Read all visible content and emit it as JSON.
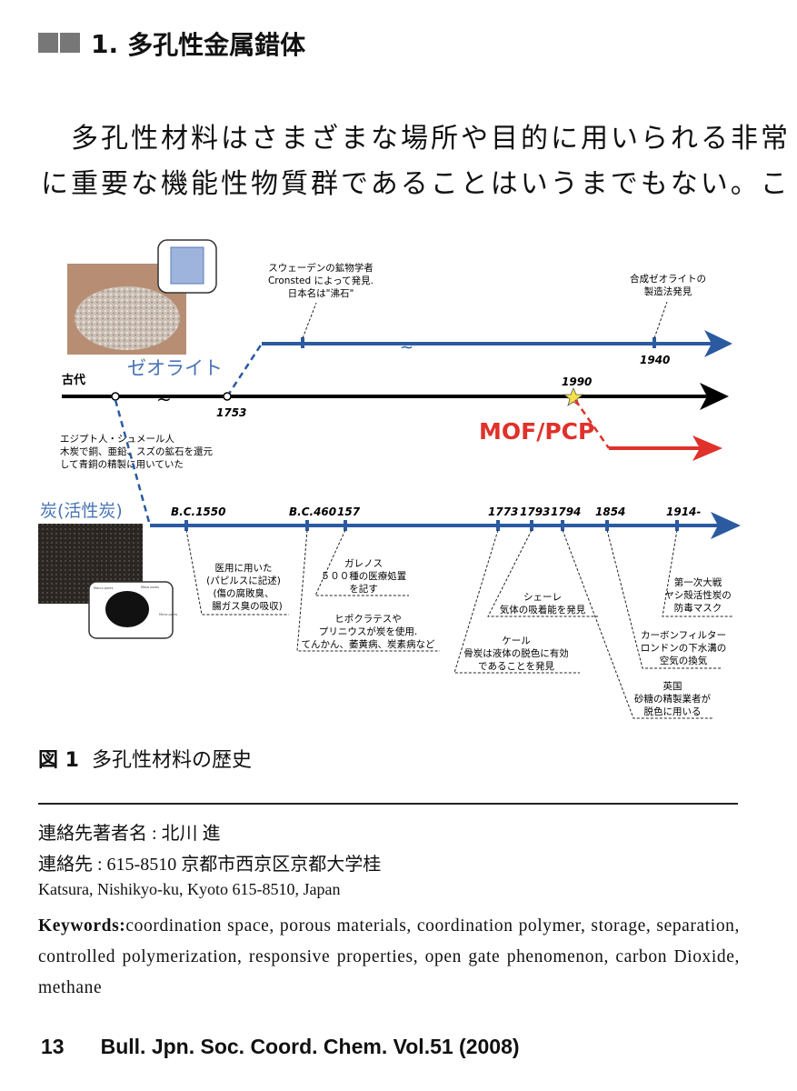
{
  "section": {
    "number": "1.",
    "title": "多孔性金属錯体"
  },
  "paragraph": [
    "多孔性材料はさまざまな場所や目的に用いられる非常",
    "に重要な機能性物質群であることはいうまでもない。こ"
  ],
  "figure": {
    "zeolite_label": "ゼオライト",
    "carbon_label": "炭(活性炭)",
    "mof_label": "MOF/PCP",
    "ancient_label": "古代",
    "colors": {
      "blue": "#2b5aa0",
      "red": "#e0312b",
      "black": "#000000",
      "star": "#f5e04a"
    },
    "black_years": [
      "1753",
      "1990"
    ],
    "upper_years": [
      "1940"
    ],
    "lower_years": [
      "B.C.1550",
      "B.C.460",
      "157",
      "1773",
      "1793",
      "1794",
      "1854",
      "1914-"
    ],
    "notes": {
      "cronsted": [
        "スウェーデンの鉱物学者",
        "Cronsted によって発見.",
        "日本名は\"沸石\""
      ],
      "synth_zeolite": [
        "合成ゼオライトの",
        "製造法発見"
      ],
      "egypt": [
        "エジプト人・シュメール人",
        "木炭で銅、亜鉛、スズの鉱石を還元",
        "して青銅の精製に用いていた"
      ],
      "bc1550": [
        "医用に用いた",
        "(パピルスに記述)",
        "(傷の腐敗臭、",
        "腸ガス臭の吸収)"
      ],
      "galen": [
        "ガレノス",
        "５００種の医療処置",
        "を記す"
      ],
      "hippo": [
        "ヒポクラテスや",
        "プリニウスが炭を使用.",
        "てんかん、萎黄病、炭素病など"
      ],
      "scheele": [
        "シェーレ",
        "気体の吸着能を発見"
      ],
      "kehl": [
        "ケール",
        "骨炭は液体の脱色に有効",
        "であることを発見"
      ],
      "uk": [
        "英国",
        "砂糖の精製業者が",
        "脱色に用いる"
      ],
      "filter": [
        "カーボンフィルター",
        "ロンドンの下水溝の",
        "空気の換気"
      ],
      "ww1": [
        "第一次大戦",
        "ヤシ殻活性炭の",
        "防毒マスク"
      ]
    },
    "inset_labels": [
      "Macro pores",
      "Meso pores",
      "Micro pores"
    ]
  },
  "caption": {
    "label": "図 1",
    "text": "多孔性材料の歴史"
  },
  "contact": {
    "author": "連絡先著者名 : 北川 進",
    "address": "連絡先 : 615-8510  京都市西京区京都大学桂",
    "address_en": "Katsura, Nishikyo-ku, Kyoto 615-8510, Japan",
    "keywords_label": "Keywords:",
    "keywords": "coordination space, porous materials, coordination polymer, storage, separation, controlled polymerization, responsive properties, open gate phenomenon, carbon Dioxide, methane"
  },
  "footer": {
    "page": "13",
    "journal": "Bull. Jpn. Soc. Coord. Chem. Vol.51 (2008)"
  }
}
